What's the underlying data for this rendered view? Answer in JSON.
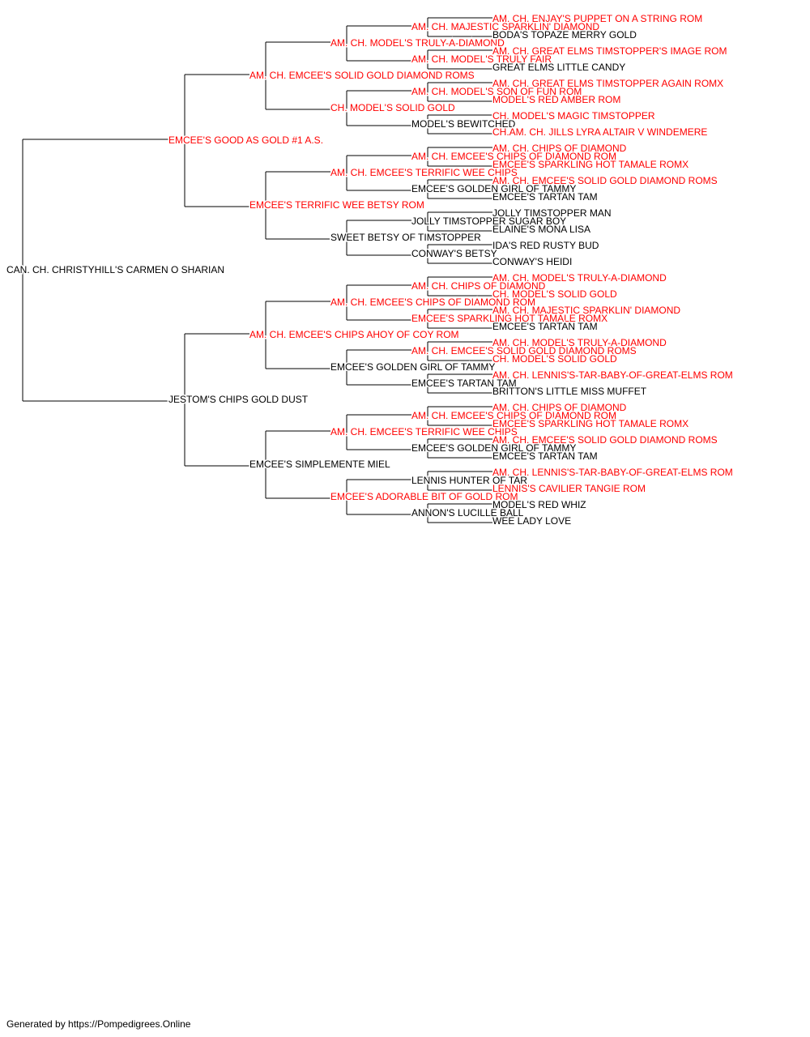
{
  "colors": {
    "champion": "#ff0000",
    "normal": "#000000",
    "line": "#000000"
  },
  "subject": {
    "name": "CAN. CH. CHRISTYHILL'S CARMEN O SHARIAN",
    "red": false
  },
  "parents": [
    {
      "name": "EMCEE'S GOOD AS GOLD #1 A.S.",
      "red": true
    },
    {
      "name": "JESTOM'S CHIPS GOLD DUST",
      "red": false
    }
  ],
  "grandparents": [
    {
      "name": "AM. CH. EMCEE'S SOLID GOLD DIAMOND ROMS",
      "red": true
    },
    {
      "name": "EMCEE'S TERRIFIC WEE BETSY ROM",
      "red": true
    },
    {
      "name": "AM. CH. EMCEE'S CHIPS AHOY OF COY ROM",
      "red": true
    },
    {
      "name": "EMCEE'S SIMPLEMENTE MIEL",
      "red": false
    }
  ],
  "great_grandparents": [
    {
      "name": "AM. CH. MODEL'S TRULY-A-DIAMOND",
      "red": true
    },
    {
      "name": "CH. MODEL'S SOLID GOLD",
      "red": true
    },
    {
      "name": "AM. CH. EMCEE'S TERRIFIC WEE CHIPS",
      "red": true
    },
    {
      "name": "SWEET BETSY OF TIMSTOPPER",
      "red": false
    },
    {
      "name": "AM. CH. EMCEE'S CHIPS OF DIAMOND ROM",
      "red": true
    },
    {
      "name": "EMCEE'S GOLDEN GIRL OF TAMMY",
      "red": false
    },
    {
      "name": "AM. CH. EMCEE'S TERRIFIC WEE CHIPS",
      "red": true
    },
    {
      "name": "EMCEE'S ADORABLE BIT OF GOLD ROM",
      "red": true
    }
  ],
  "gen4": [
    {
      "name": "AM. CH. MAJESTIC SPARKLIN' DIAMOND",
      "red": true
    },
    {
      "name": "AM. CH. MODEL'S TRULY FAIR",
      "red": true
    },
    {
      "name": "AM. CH. MODEL'S SON OF FUN ROM",
      "red": true
    },
    {
      "name": "MODEL'S BEWITCHED",
      "red": false
    },
    {
      "name": "AM. CH. EMCEE'S CHIPS OF DIAMOND ROM",
      "red": true
    },
    {
      "name": "EMCEE'S GOLDEN GIRL OF TAMMY",
      "red": false
    },
    {
      "name": "JOLLY TIMSTOPPER SUGAR BOY",
      "red": false
    },
    {
      "name": "CONWAY'S BETSY",
      "red": false
    },
    {
      "name": "AM. CH. CHIPS OF DIAMOND",
      "red": true
    },
    {
      "name": "EMCEE'S SPARKLING HOT TAMALE ROMX",
      "red": true
    },
    {
      "name": "AM. CH. EMCEE'S SOLID GOLD DIAMOND ROMS",
      "red": true
    },
    {
      "name": "EMCEE'S TARTAN TAM",
      "red": false
    },
    {
      "name": "AM. CH. EMCEE'S CHIPS OF DIAMOND ROM",
      "red": true
    },
    {
      "name": "EMCEE'S GOLDEN GIRL OF TAMMY",
      "red": false
    },
    {
      "name": "LENNIS HUNTER OF TAR",
      "red": false
    },
    {
      "name": "ANNON'S LUCILLE BALL",
      "red": false
    }
  ],
  "gen5": [
    {
      "name": "AM. CH. ENJAY'S PUPPET ON A STRING ROM",
      "red": true
    },
    {
      "name": "BODA'S TOPAZE MERRY GOLD",
      "red": false
    },
    {
      "name": "AM. CH. GREAT ELMS TIMSTOPPER'S IMAGE ROM",
      "red": true
    },
    {
      "name": "GREAT ELMS LITTLE CANDY",
      "red": false
    },
    {
      "name": "AM. CH. GREAT ELMS TIMSTOPPER AGAIN ROMX",
      "red": true
    },
    {
      "name": "MODEL'S RED AMBER ROM",
      "red": true
    },
    {
      "name": "CH. MODEL'S MAGIC TIMSTOPPER",
      "red": true
    },
    {
      "name": "CH.AM. CH. JILLS LYRA ALTAIR V WINDEMERE",
      "red": true
    },
    {
      "name": "AM. CH. CHIPS OF DIAMOND",
      "red": true
    },
    {
      "name": "EMCEE'S SPARKLING HOT TAMALE ROMX",
      "red": true
    },
    {
      "name": "AM. CH. EMCEE'S SOLID GOLD DIAMOND ROMS",
      "red": true
    },
    {
      "name": "EMCEE'S TARTAN TAM",
      "red": false
    },
    {
      "name": "JOLLY TIMSTOPPER MAN",
      "red": false
    },
    {
      "name": "ELAINE'S MONA LISA",
      "red": false
    },
    {
      "name": "IDA'S RED RUSTY BUD",
      "red": false
    },
    {
      "name": "CONWAY'S HEIDI",
      "red": false
    },
    {
      "name": "AM. CH. MODEL'S TRULY-A-DIAMOND",
      "red": true
    },
    {
      "name": "CH. MODEL'S SOLID GOLD",
      "red": true
    },
    {
      "name": "AM. CH. MAJESTIC SPARKLIN' DIAMOND",
      "red": true
    },
    {
      "name": "EMCEE'S TARTAN TAM",
      "red": false
    },
    {
      "name": "AM. CH. MODEL'S TRULY-A-DIAMOND",
      "red": true
    },
    {
      "name": "CH. MODEL'S SOLID GOLD",
      "red": true
    },
    {
      "name": "AM. CH. LENNIS'S-TAR-BABY-OF-GREAT-ELMS ROM",
      "red": true
    },
    {
      "name": "BRITTON'S LITTLE MISS MUFFET",
      "red": false
    },
    {
      "name": "AM. CH. CHIPS OF DIAMOND",
      "red": true
    },
    {
      "name": "EMCEE'S SPARKLING HOT TAMALE ROMX",
      "red": true
    },
    {
      "name": "AM. CH. EMCEE'S SOLID GOLD DIAMOND ROMS",
      "red": true
    },
    {
      "name": "EMCEE'S TARTAN TAM",
      "red": false
    },
    {
      "name": "AM. CH. LENNIS'S-TAR-BABY-OF-GREAT-ELMS ROM",
      "red": true
    },
    {
      "name": "LENNIS'S CAVILIER TANGIE ROM",
      "red": true
    },
    {
      "name": "MODEL'S RED WHIZ",
      "red": false
    },
    {
      "name": "WEE LADY LOVE",
      "red": false
    }
  ],
  "footer": "Generated by https://Pompedigrees.Online"
}
